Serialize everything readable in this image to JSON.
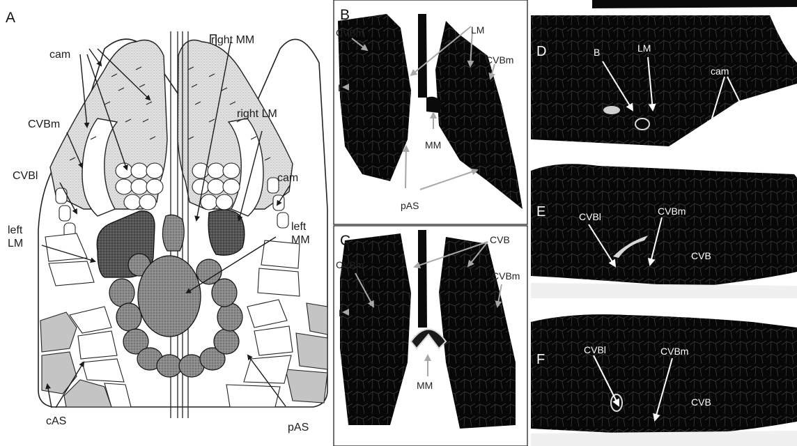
{
  "panels": {
    "a": {
      "letter": "A",
      "labels": {
        "cam_top": "cam",
        "right_mm": "right MM",
        "right_lm": "right LM",
        "cvbm": "CVBm",
        "cvbl": "CVBl",
        "cam_right": "cam",
        "left_lm_1": "left",
        "left_lm_2": "LM",
        "left_mm_1": "left",
        "left_mm_2": "MM",
        "pas": "pAS",
        "cas": "cAS"
      }
    },
    "b": {
      "letter": "B",
      "labels": {
        "cvbm_left": "CVBm",
        "lm": "LM",
        "cvbm_right": "CVBm",
        "l": "L",
        "mm": "MM",
        "pas": "pAS"
      }
    },
    "c": {
      "letter": "C",
      "labels": {
        "cvb": "CVB",
        "cvbm_left": "CVBm",
        "cvbm_right": "CVBm",
        "l": "L",
        "mm": "MM"
      }
    },
    "d": {
      "letter": "D",
      "labels": {
        "b": "B",
        "lm": "LM",
        "cam": "cam"
      }
    },
    "e": {
      "letter": "E",
      "labels": {
        "cvbl": "CVBl",
        "cvbm": "CVBm",
        "cvb": "CVB"
      }
    },
    "f": {
      "letter": "F",
      "labels": {
        "cvbl": "CVBl",
        "cvbm": "CVBm",
        "cvb": "CVB"
      }
    }
  },
  "colors": {
    "stipple_light": "#d9d9d9",
    "airsac_gray": "#c4c4c4",
    "bronchus_dark": "#4a4a4a",
    "bronchus_mid": "#7a7a7a",
    "ct_black": "#0a0a0a",
    "arrow_gray": "#a8a8a8",
    "arrow_white": "#ffffff"
  }
}
